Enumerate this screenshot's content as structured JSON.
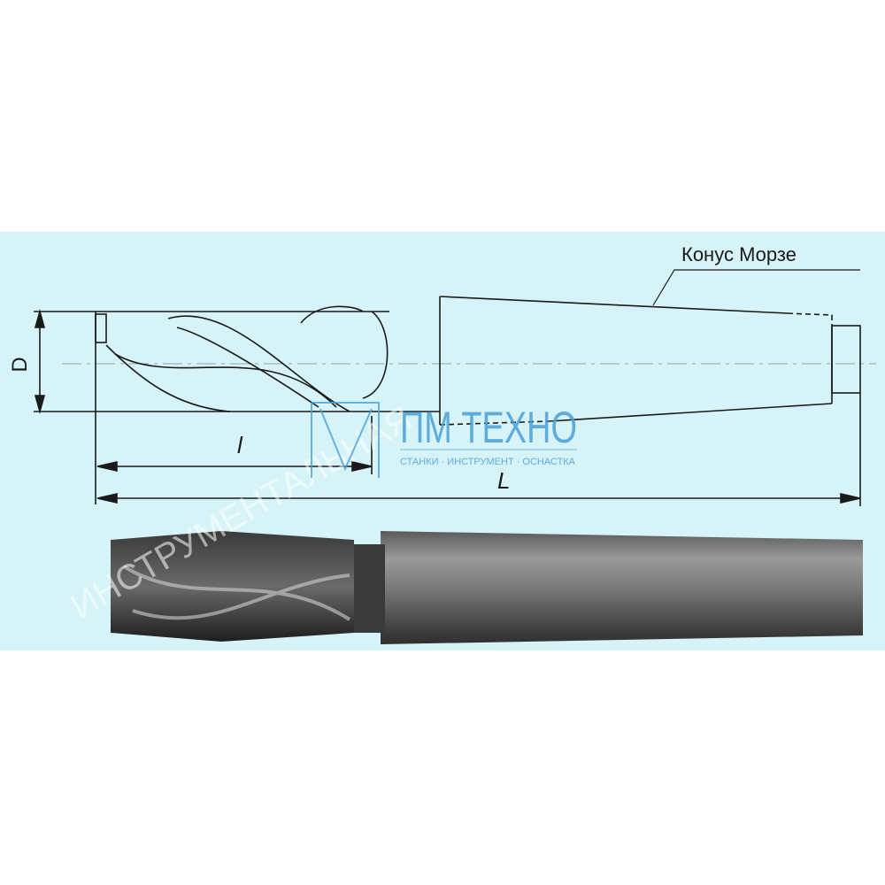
{
  "drawing": {
    "taper_label": "Конус Морзе",
    "dim_diameter": "D",
    "dim_cutting_length": "l",
    "dim_total_length": "L"
  },
  "watermark": {
    "brand": "ПМ ТЕХНО",
    "tagline": "СТАНКИ · ИНСТРУМЕНТ · ОСНАСТКА",
    "diagonal_text": "ИНСТРУМЕНТАЛЬНАЯ"
  },
  "colors": {
    "panel": "#d6f4f7",
    "line": "#1a1a1a",
    "brand": "#4a9fd8"
  }
}
